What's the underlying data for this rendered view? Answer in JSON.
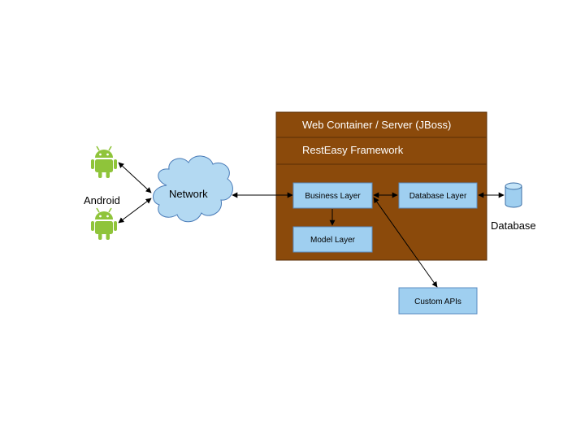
{
  "android": {
    "label": "Android",
    "color": "#8fc43a",
    "icon": "android-robot-icon"
  },
  "network": {
    "label": "Network",
    "color": "#b3d9f2",
    "stroke": "#4a7cb8",
    "icon": "cloud-icon"
  },
  "server": {
    "title": "Web Container / Server (JBoss)",
    "framework": "RestEasy Framework",
    "color": "#8b4a0b"
  },
  "layers": {
    "business": "Business Layer",
    "database_layer": "Database Layer",
    "model": "Model Layer",
    "custom_apis": "Custom APIs",
    "box_color": "#9fcff0"
  },
  "database": {
    "label": "Database",
    "icon": "database-cylinder-icon"
  }
}
